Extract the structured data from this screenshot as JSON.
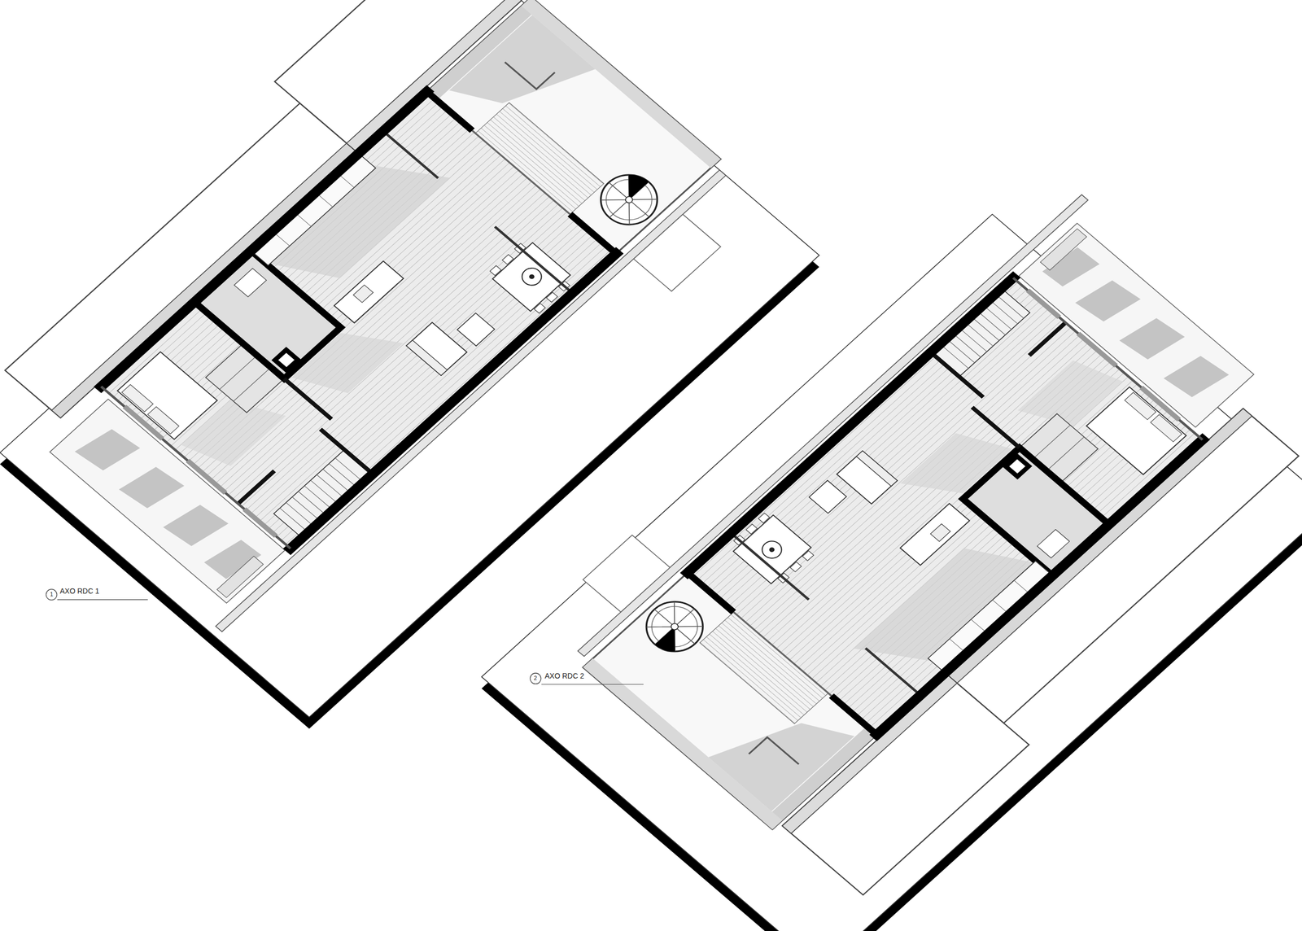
{
  "diagram": {
    "labels": [
      "1",
      "AXO RDC 1",
      "2",
      "AXO RDC 2"
    ]
  }
}
